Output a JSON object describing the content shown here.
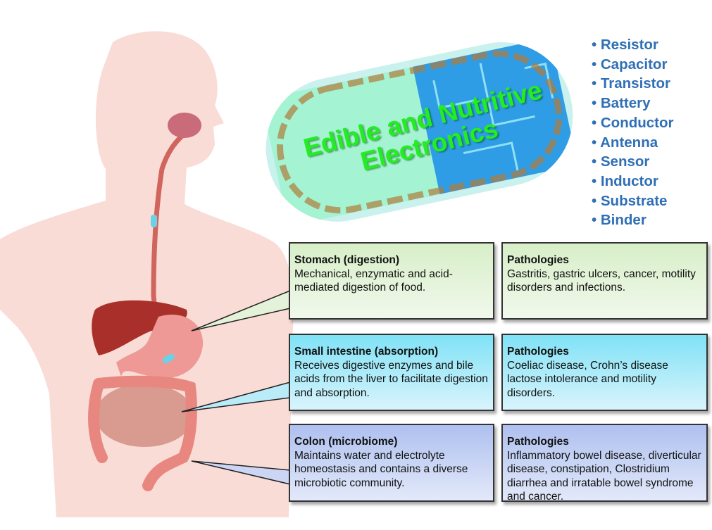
{
  "title": {
    "line1": "Edible and Nutritive",
    "line2": "Electronics"
  },
  "components": [
    "• Resistor",
    "• Capacitor",
    "• Transistor",
    "• Battery",
    "• Conductor",
    "• Antenna",
    "• Sensor",
    "• Inductor",
    "• Substrate",
    "• Binder"
  ],
  "rows": [
    {
      "organ": {
        "heading": "Stomach (digestion)",
        "text": "Mechanical, enzymatic and acid-mediated digestion of food."
      },
      "pathology": {
        "heading": "Pathologies",
        "text": "Gastritis, gastric ulcers, cancer, motility disorders and infections."
      }
    },
    {
      "organ": {
        "heading": "Small intestine (absorption)",
        "text": "Receives digestive enzymes and bile acids from the liver to facilitate digestion and absorption."
      },
      "pathology": {
        "heading": "Pathologies",
        "text": "Coeliac disease, Crohn’s disease lactose intolerance and motility disorders."
      }
    },
    {
      "organ": {
        "heading": "Colon (microbiome)",
        "text": "Maintains water and electrolyte homeostasis and contains a diverse microbiotic community."
      },
      "pathology": {
        "heading": "Pathologies",
        "text": "Inflammatory bowel disease, diverticular disease, constipation, Clostridium diarrhea and irratable bowel syndrome and cancer."
      }
    }
  ],
  "colors": {
    "skin": "#f9dcd6",
    "list": "#2f6fb6",
    "title": "#22ee22",
    "pill_left": "#a4f3d2",
    "pill_right": "#2e9de6"
  }
}
